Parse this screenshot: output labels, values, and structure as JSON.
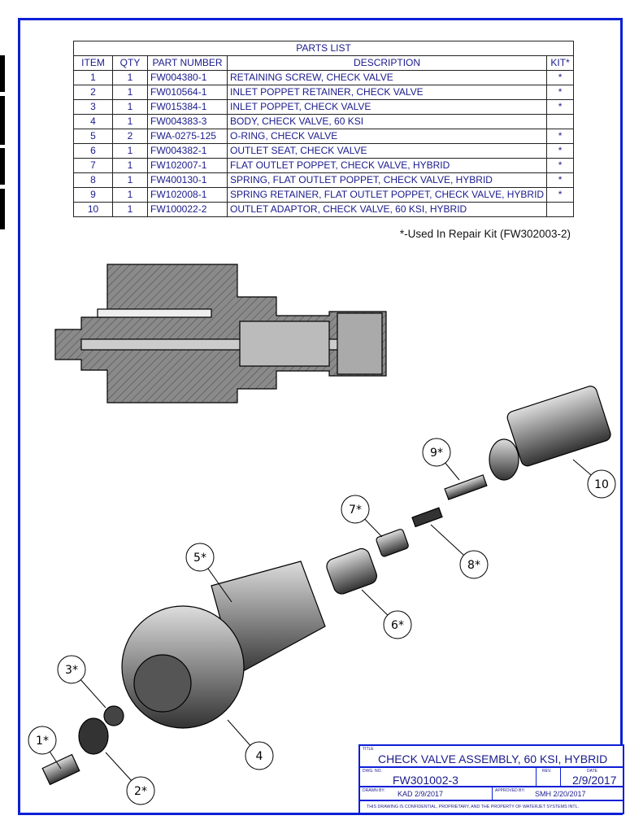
{
  "parts_list": {
    "title": "PARTS LIST",
    "headers": [
      "ITEM",
      "QTY",
      "PART NUMBER",
      "DESCRIPTION",
      "KIT*"
    ],
    "rows": [
      [
        "1",
        "1",
        "FW004380-1",
        "RETAINING SCREW, CHECK VALVE",
        "*"
      ],
      [
        "2",
        "1",
        "FW010564-1",
        "INLET POPPET RETAINER, CHECK VALVE",
        "*"
      ],
      [
        "3",
        "1",
        "FW015384-1",
        "INLET POPPET, CHECK VALVE",
        "*"
      ],
      [
        "4",
        "1",
        "FW004383-3",
        "BODY, CHECK VALVE, 60 KSI",
        ""
      ],
      [
        "5",
        "2",
        "FWA-0275-125",
        "O-RING, CHECK VALVE",
        "*"
      ],
      [
        "6",
        "1",
        "FW004382-1",
        "OUTLET SEAT, CHECK VALVE",
        "*"
      ],
      [
        "7",
        "1",
        "FW102007-1",
        "FLAT OUTLET POPPET, CHECK VALVE, HYBRID",
        "*"
      ],
      [
        "8",
        "1",
        "FW400130-1",
        "SPRING, FLAT OUTLET POPPET, CHECK VALVE, HYBRID",
        "*"
      ],
      [
        "9",
        "1",
        "FW102008-1",
        "SPRING RETAINER, FLAT OUTLET POPPET, CHECK VALVE, HYBRID",
        "*"
      ],
      [
        "10",
        "1",
        "FW100022-2",
        "OUTLET ADAPTOR, CHECK VALVE, 60 KSI, HYBRID",
        ""
      ]
    ],
    "note": "*-Used In Repair Kit (FW302003-2)"
  },
  "callouts": [
    "1*",
    "2*",
    "3*",
    "4",
    "5*",
    "6*",
    "7*",
    "8*",
    "9*",
    "10"
  ],
  "title_block": {
    "title_label": "TITLE",
    "title": "CHECK VALVE ASSEMBLY, 60 KSI, HYBRID",
    "dwg_label": "DWG. NO.",
    "dwg_no": "FW301002-3",
    "rev_label": "REV.",
    "rev": "",
    "date_label": "DATE",
    "date": "2/9/2017",
    "drawn_label": "DRAWN BY:",
    "drawn": "KAD   2/9/2017",
    "approved_label": "APPROVED BY:",
    "approved": "SMH   2/20/2017",
    "notice": "THIS DRAWING IS CONFIDENTIAL, PROPRIETARY, AND THE PROPERTY OF WATERJET SYSTEMS INTL."
  },
  "colors": {
    "frame": "#0b1fd6",
    "text": "#1a1a8c"
  }
}
